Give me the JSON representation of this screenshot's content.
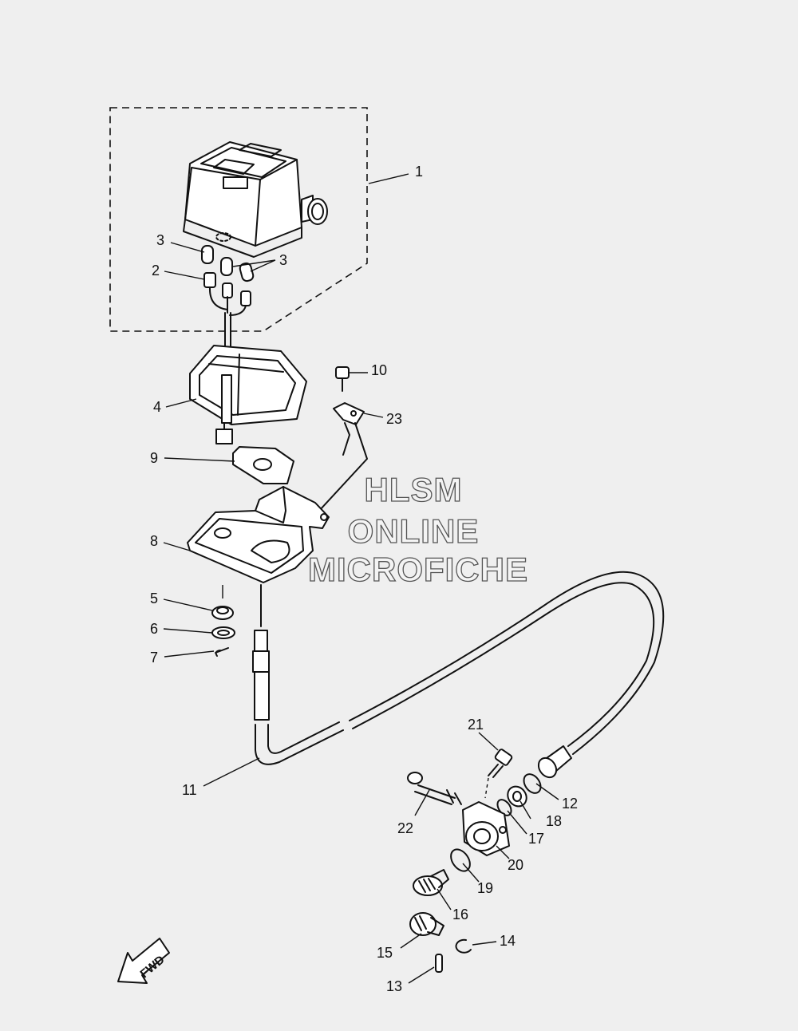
{
  "watermark": {
    "line1": "HLSM",
    "line2": "ONLINE",
    "line3": "MICROFICHE"
  },
  "direction_indicator": {
    "label": "FWD"
  },
  "callouts": {
    "c1": "1",
    "c2": "2",
    "c3a": "3",
    "c3b": "3",
    "c4": "4",
    "c5": "5",
    "c6": "6",
    "c7": "7",
    "c8": "8",
    "c9": "9",
    "c10": "10",
    "c11": "11",
    "c12": "12",
    "c13": "13",
    "c14": "14",
    "c15": "15",
    "c16": "16",
    "c17": "17",
    "c18": "18",
    "c19": "19",
    "c20": "20",
    "c21": "21",
    "c22": "22",
    "c23": "23"
  },
  "colors": {
    "background": "#efefef",
    "line": "#111111"
  }
}
